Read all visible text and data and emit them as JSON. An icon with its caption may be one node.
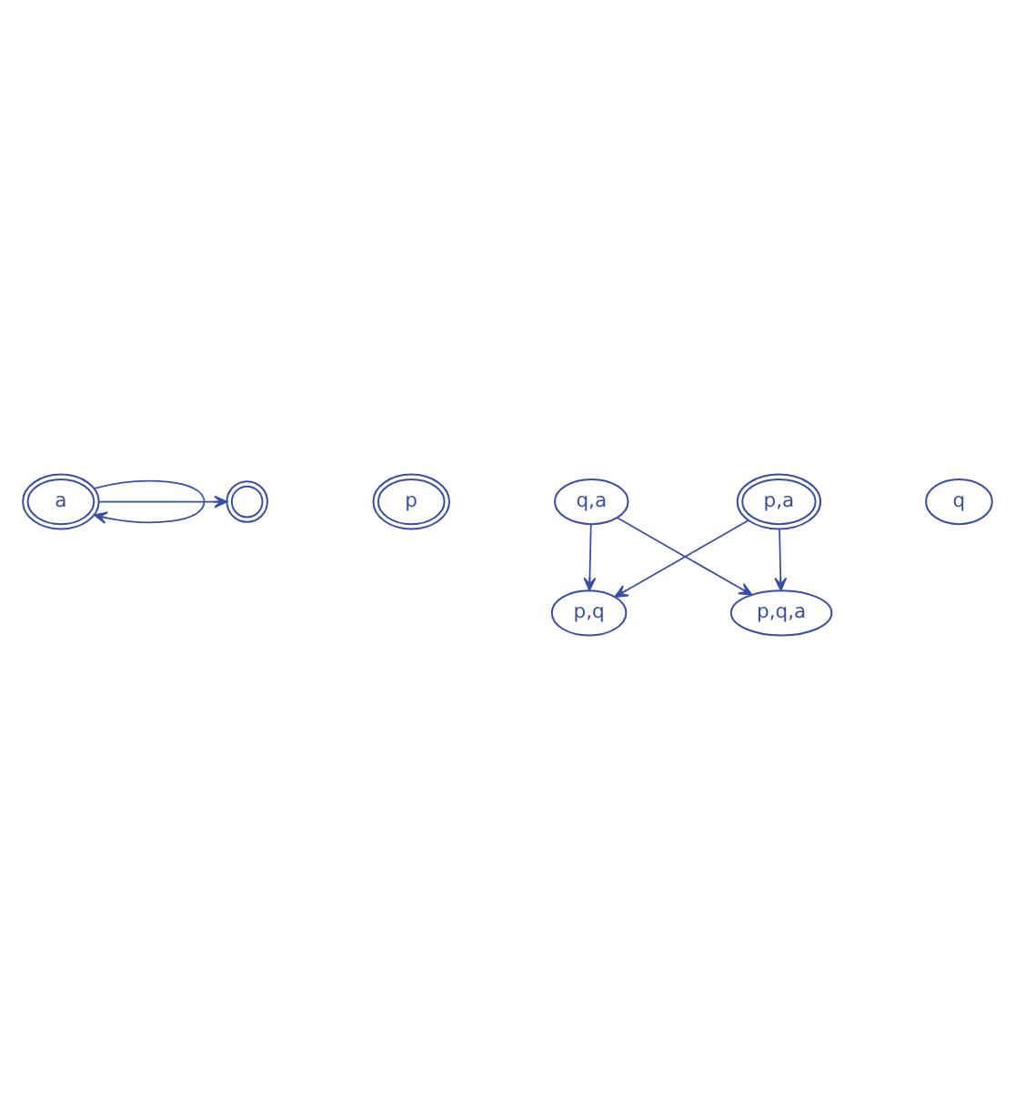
{
  "diagram": {
    "nodes": [
      {
        "text": [],
        "shape": "circle"
      },
      {
        "text": [
          "a"
        ]
      },
      {
        "text": [
          "p"
        ]
      },
      {
        "text": [
          "p,a"
        ]
      },
      {
        "text": [
          "q"
        ]
      },
      {
        "text": [
          "q,a"
        ]
      },
      {
        "text": [
          "p,q"
        ]
      },
      {
        "text": [
          "p,q,a"
        ]
      }
    ],
    "edges": [
      {
        "from": 1,
        "to": 0,
        "arrow": "to"
      },
      {
        "from": 1,
        "to": 1,
        "arrow": "to"
      },
      {
        "from": 3,
        "to": 6,
        "arrow": "to"
      },
      {
        "from": 3,
        "to": 7,
        "arrow": "to"
      },
      {
        "from": 5,
        "to": 6,
        "arrow": "to"
      },
      {
        "from": 5,
        "to": 7,
        "arrow": "to"
      }
    ]
  }
}
